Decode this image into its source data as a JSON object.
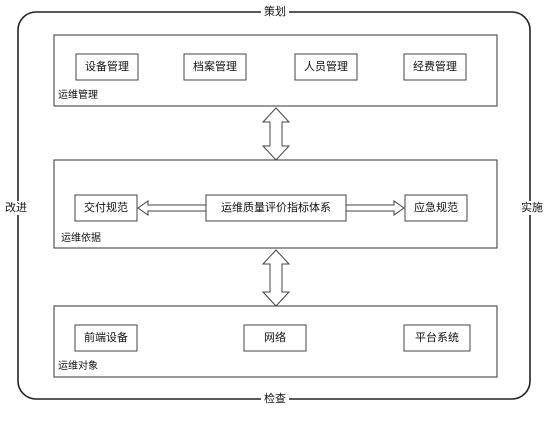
{
  "cycle": {
    "top": "策划",
    "right": "实施",
    "bottom": "检查",
    "left": "改进"
  },
  "panels": [
    {
      "title": "运维管理",
      "items": [
        "设备管理",
        "档案管理",
        "人员管理",
        "经费管理"
      ]
    },
    {
      "title": "运维依据",
      "center": "运维质量评价指标体系",
      "left_item": "交付规范",
      "right_item": "应急规范"
    },
    {
      "title": "运维对象",
      "items": [
        "前端设备",
        "网络",
        "平台系统"
      ]
    }
  ]
}
